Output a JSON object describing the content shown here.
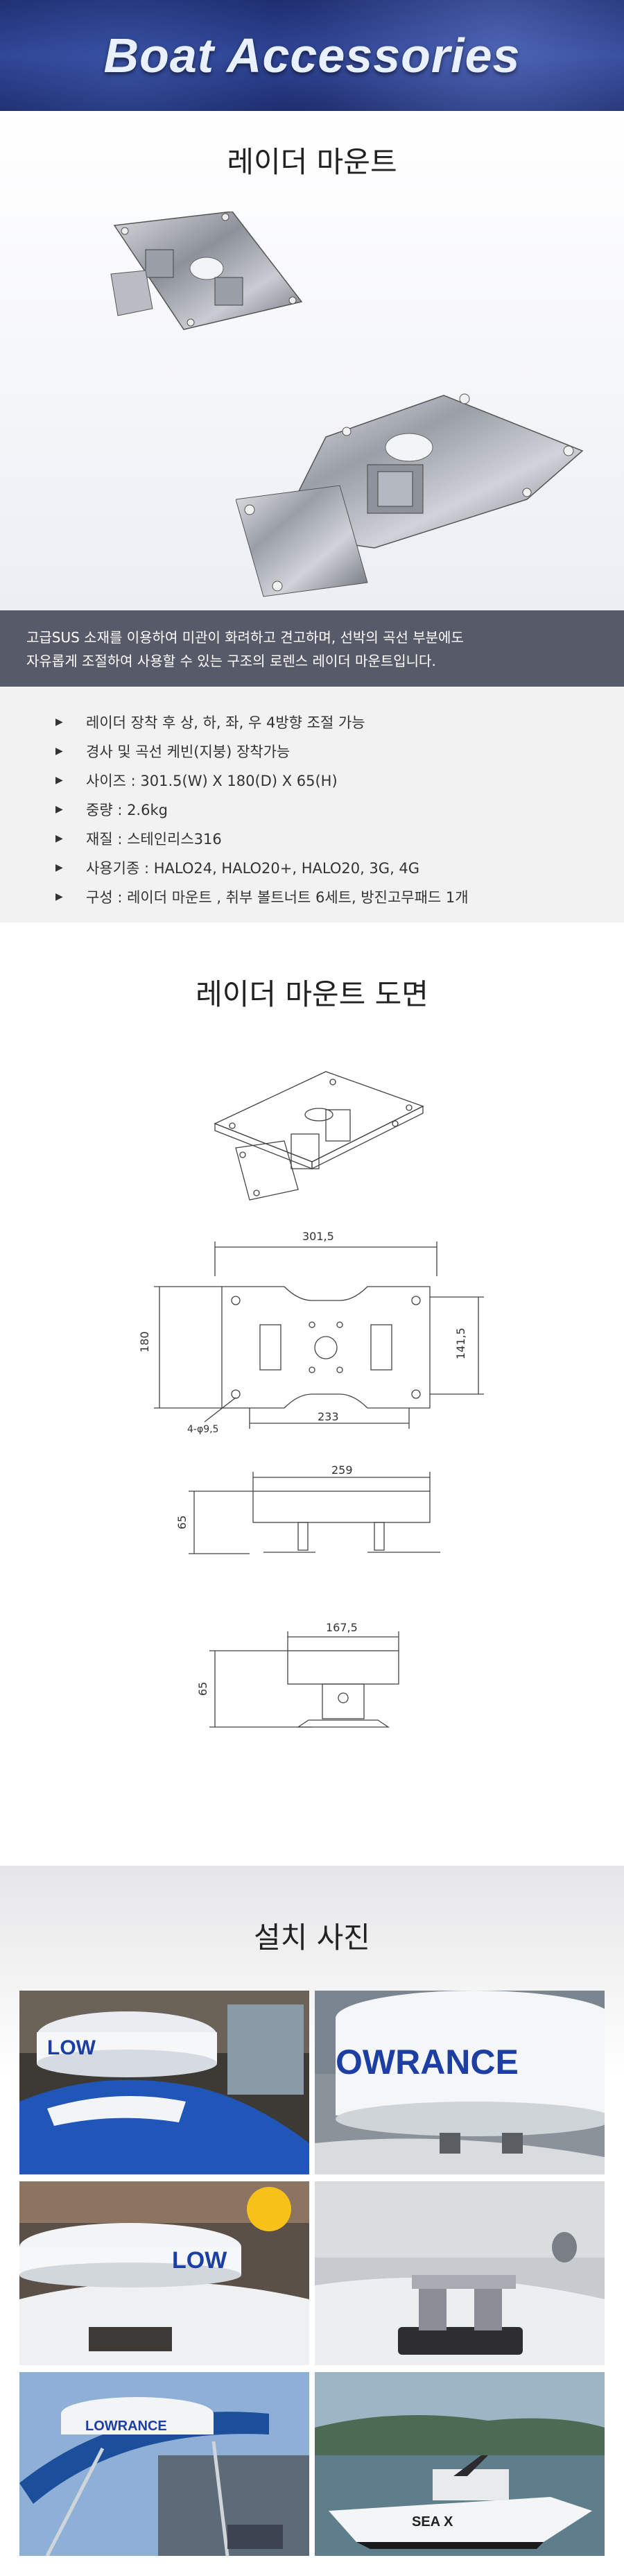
{
  "banner": {
    "title": "Boat Accessories"
  },
  "section1": {
    "title": "레이더 마운트"
  },
  "description": {
    "line1": "고급SUS 소재를 이용하여 미관이 화려하고 견고하며, 선박의 곡선 부분에도",
    "line2": "자유롭게 조절하여 사용할 수 있는 구조의 로렌스 레이더 마운트입니다."
  },
  "specs": [
    {
      "bullet": "▶",
      "text": "레이더 장착 후 상, 하, 좌, 우 4방향 조절 가능"
    },
    {
      "bullet": "▶",
      "text": "경사 및 곡선 케빈(지붕) 장착가능"
    },
    {
      "bullet": "▶",
      "text": "사이즈 : 301.5(W) X 180(D) X 65(H)"
    },
    {
      "bullet": "▶",
      "text": "중량 : 2.6kg"
    },
    {
      "bullet": "▶",
      "text": "재질 : 스테인리스316"
    },
    {
      "bullet": "▶",
      "text": "사용기종 : HALO24, HALO20+, HALO20, 3G, 4G"
    },
    {
      "bullet": "▶",
      "text": "구성 : 레이더 마운트 , 취부 볼트너트 6세트, 방진고무패드 1개"
    }
  ],
  "section2": {
    "title": "레이더 마운트 도면",
    "dims": {
      "top_width": "301,5",
      "depth": "180",
      "inner_depth": "141,5",
      "bottom_width": "233",
      "hole": "4-φ9,5",
      "side_width": "259",
      "side_height": "65",
      "front_width": "167,5",
      "front_height": "65"
    }
  },
  "section3": {
    "title": "설치 사진",
    "photos": {
      "p1_text": "LOW",
      "p2_text": "OWRANCE",
      "p3_text": "LOW",
      "p5_text": "LOWRANCE",
      "p6_text": "SEA X"
    }
  }
}
